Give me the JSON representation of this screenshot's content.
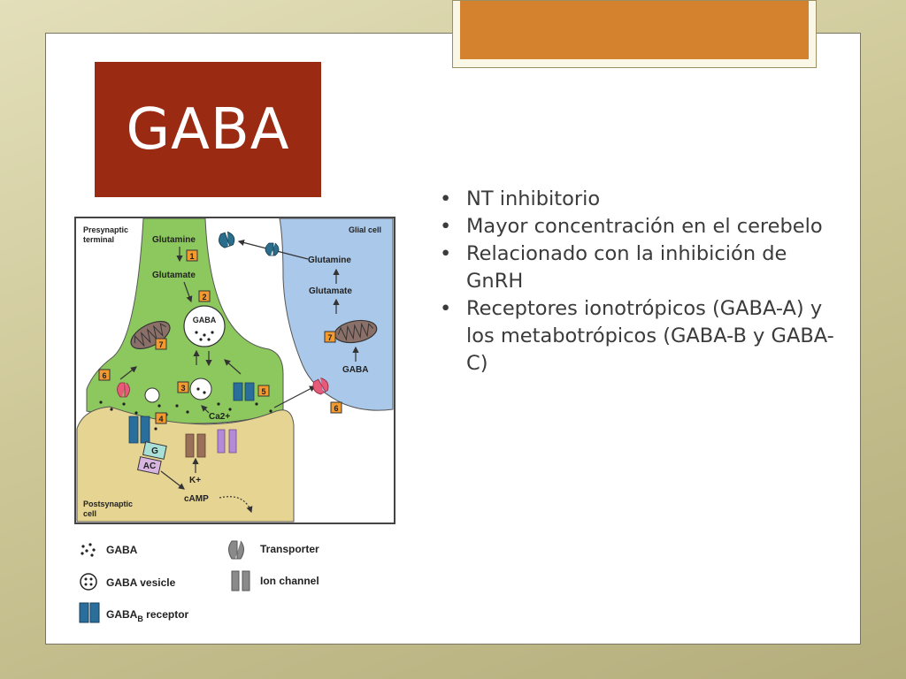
{
  "slide": {
    "title": "GABA",
    "bullets": [
      "NT inhibitorio",
      "Mayor concentración en el cerebelo",
      "Relacionado con la inhibición de GnRH",
      "Receptores ionotrópicos (GABA-A) y los metabotrópicos (GABA-B y GABA-C)"
    ]
  },
  "diagram": {
    "presynaptic_label": [
      "Presynaptic",
      "terminal"
    ],
    "glial_label": "Glial cell",
    "postsynaptic_label": [
      "Postsynaptic",
      "cell"
    ],
    "pre_glutamine": "Glutamine",
    "pre_glutamate": "Glutamate",
    "vesicle_label": "GABA",
    "glial_glutamine": "Glutamine",
    "glial_glutamate": "Glutamate",
    "glial_gaba": "GABA",
    "calcium": "Ca2+",
    "potassium": "K+",
    "camp": "cAMP",
    "g_protein": "G",
    "adenylyl_cyclase": "AC",
    "steps": [
      "1",
      "2",
      "3",
      "4",
      "5",
      "6",
      "6",
      "7",
      "7"
    ],
    "colors": {
      "presynaptic": "#8cc85e",
      "glial": "#aac8ea",
      "postsynaptic": "#e6d492",
      "step_box": "#f59a2e",
      "transporter": "#e85a7a",
      "receptor": "#2a6e9c"
    }
  },
  "legend": {
    "gaba": "GABA",
    "gaba_vesicle": "GABA vesicle",
    "receptor_main": "GABA",
    "receptor_sub": "B",
    "receptor_tail": " receptor",
    "transporter": "Transporter",
    "ion_channel": "Ion channel"
  }
}
